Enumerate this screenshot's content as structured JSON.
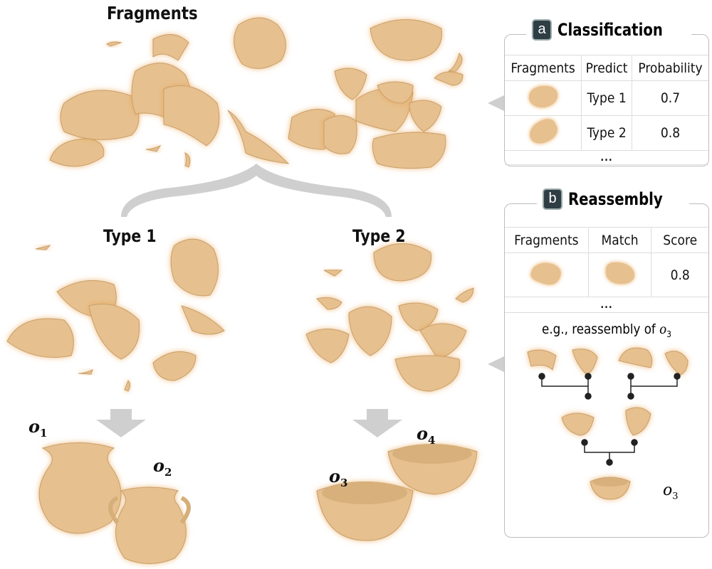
{
  "labels": {
    "fragments": "Fragments",
    "type1": "Type 1",
    "type2": "Type 2",
    "o1": "o",
    "o1_sub": "1",
    "o2": "o",
    "o2_sub": "2",
    "o3": "o",
    "o3_sub": "3",
    "o4": "o",
    "o4_sub": "4"
  },
  "classification": {
    "badge": "a",
    "title": "Classification",
    "headers": [
      "Fragments",
      "Predict",
      "Probability"
    ],
    "rows": [
      {
        "predict": "Type 1",
        "probability": "0.7"
      },
      {
        "predict": "Type 2",
        "probability": "0.8"
      }
    ],
    "ellipsis": "..."
  },
  "reassembly": {
    "badge": "b",
    "title": "Reassembly",
    "headers": [
      "Fragments",
      "Match",
      "Score"
    ],
    "rows": [
      {
        "score": "0.8"
      }
    ],
    "ellipsis": "...",
    "example": "e.g., reassembly of",
    "example_obj": "o",
    "example_sub": "3",
    "result": "o",
    "result_sub": "3"
  },
  "colors": {
    "fragment": "#e6c08e",
    "arrow": "#cfcfcf",
    "badge": "#2f3d44"
  }
}
